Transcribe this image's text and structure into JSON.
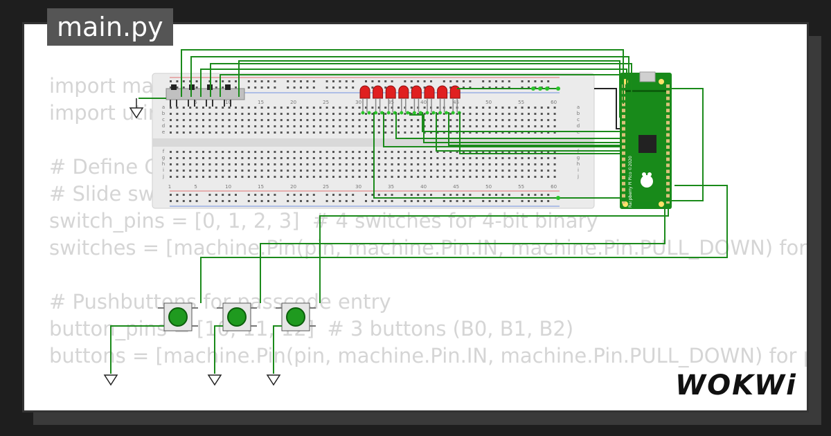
{
  "file_tab": {
    "label": "main.py"
  },
  "code_lines": [
    "import machine",
    "import utime",
    "",
    "# Define GPIO pins",
    "# Slide switches for binary input",
    "switch_pins = [0, 1, 2, 3]  # 4 switches for 4-bit binary",
    "switches = [machine.Pin(pin, machine.Pin.IN, machine.Pin.PULL_DOWN) for pin in switch_pins]",
    "",
    "# Pushbuttons for passcode entry",
    "button_pins = [10, 11, 12]  # 3 buttons (B0, B1, B2)",
    "buttons = [machine.Pin(pin, machine.Pin.IN, machine.Pin.PULL_DOWN) for pin in button_pins]"
  ],
  "breadboard": {
    "column_numbers": [
      "1",
      "5",
      "10",
      "15",
      "20",
      "25",
      "30",
      "35",
      "40",
      "45",
      "50",
      "55",
      "60"
    ],
    "row_letters_top": [
      "a",
      "b",
      "c",
      "d",
      "e"
    ],
    "row_letters_bottom": [
      "f",
      "g",
      "h",
      "i",
      "j"
    ]
  },
  "components": {
    "slide_switch_count": 4,
    "led_count": 8,
    "pushbutton_count": 3,
    "ground_symbol_count": 4
  },
  "pico": {
    "label": "Raspberry Pi Pico ©2020"
  },
  "colors": {
    "wire": "#1a8a1a",
    "led": "#e02020",
    "button": "#1f9a1f",
    "card_border": "#333333"
  },
  "brand": {
    "logo_text": "WOKWi"
  }
}
